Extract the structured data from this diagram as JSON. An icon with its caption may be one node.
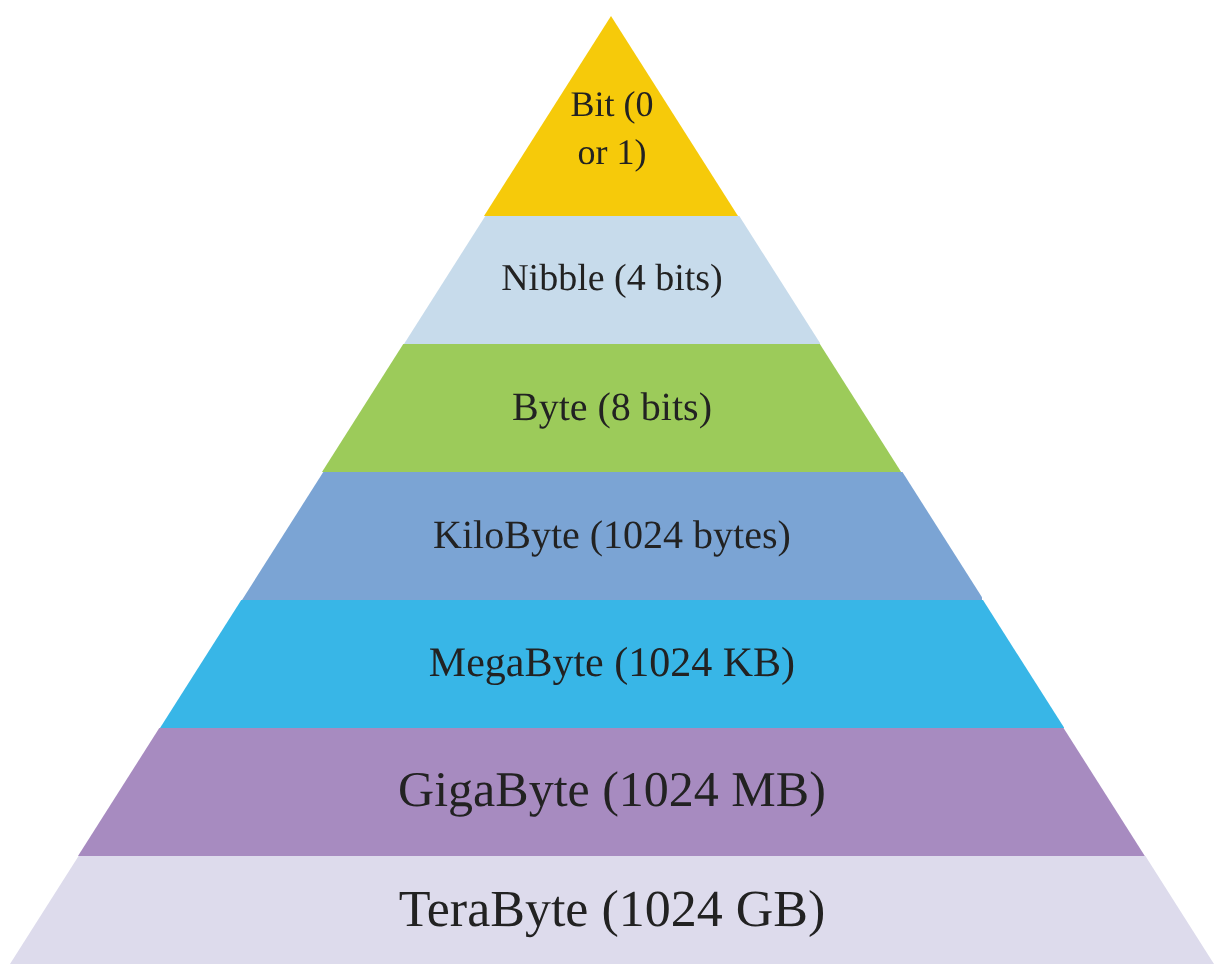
{
  "diagram": {
    "nodes": [
      {
        "text": [
          "Bit (0 or 1)"
        ]
      },
      {
        "text": [
          "Nibble (4 bits)"
        ]
      },
      {
        "text": [
          "Byte (8 bits)"
        ]
      },
      {
        "text": [
          "KiloByte (1024 bytes)"
        ]
      },
      {
        "text": [
          "MegaByte (1024 KB)"
        ]
      },
      {
        "text": [
          "GigaByte (1024 MB)"
        ]
      },
      {
        "text": [
          "TeraByte (1024 GB)"
        ]
      }
    ],
    "edges": []
  }
}
